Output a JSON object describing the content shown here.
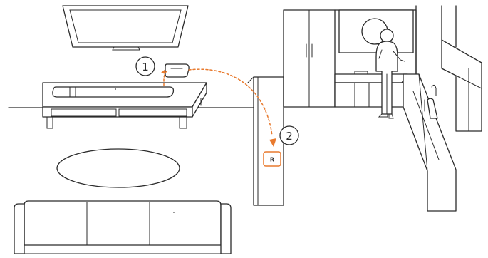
{
  "colors": {
    "line": "#2b2b2b",
    "accent": "#e87a2e",
    "background": "#ffffff"
  },
  "steps": [
    {
      "label": "1"
    },
    {
      "label": "2"
    }
  ],
  "rear_device": {
    "label": "R"
  }
}
